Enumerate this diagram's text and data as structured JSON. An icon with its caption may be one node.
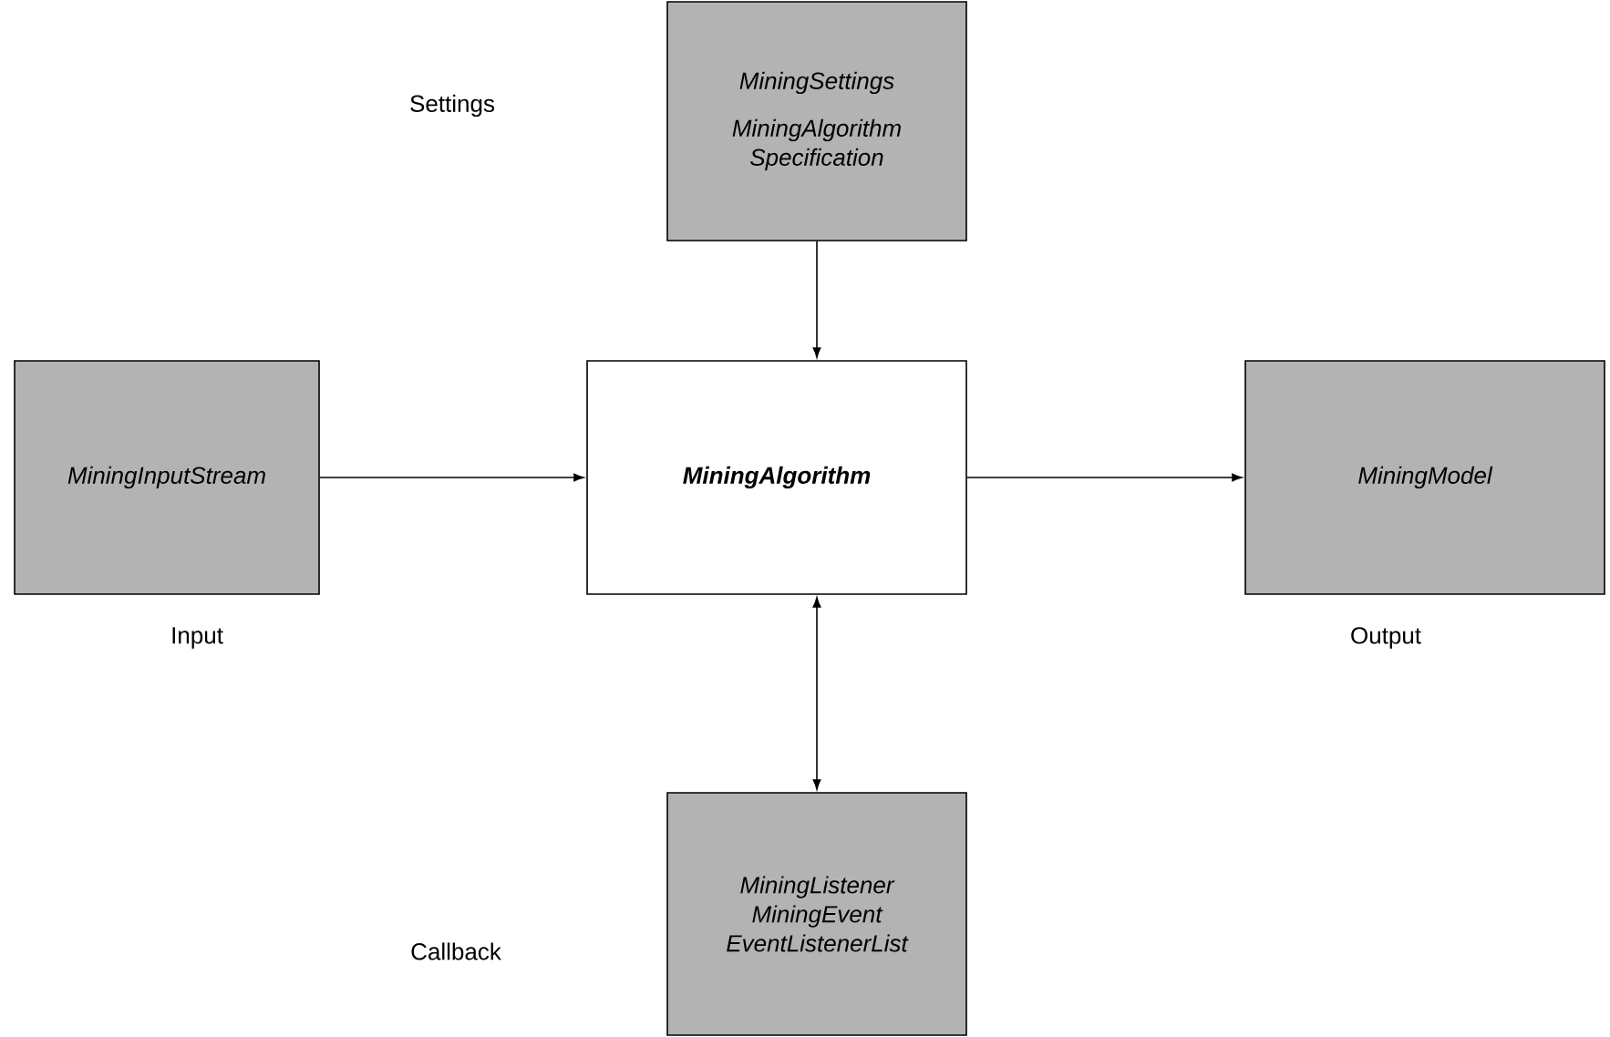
{
  "diagram": {
    "nodes": [
      {
        "text": [
          "MiningSettings",
          "MiningAlgorithm Specification"
        ]
      },
      {
        "text": [
          "MiningInputStream"
        ],
        "beside": [
          "Input"
        ]
      },
      {
        "text": [
          "MiningAlgorithm"
        ]
      },
      {
        "text": [
          "MiningModel"
        ],
        "beside": [
          "Output"
        ]
      },
      {
        "text": [
          "MiningListener",
          "MiningEvent",
          "EventListenerList"
        ]
      }
    ],
    "labels": [
      "Settings",
      "Callback"
    ],
    "edges": [
      {
        "from": 0,
        "to": 2,
        "arrow": "to"
      },
      {
        "from": 1,
        "to": 2,
        "arrow": "to"
      },
      {
        "from": 2,
        "to": 3,
        "arrow": "to"
      },
      {
        "from": 2,
        "to": 4,
        "arrow": "both"
      }
    ]
  }
}
